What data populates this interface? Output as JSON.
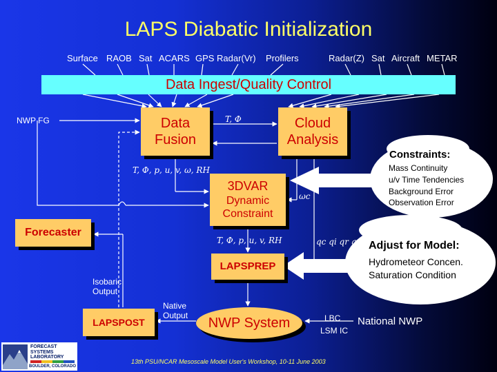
{
  "title": "LAPS Diabatic Initialization",
  "sources_left": [
    "Surface",
    "RAOB",
    "Sat",
    "ACARS",
    "GPS",
    "Radar(Vr)",
    "Profilers"
  ],
  "sources_right": [
    "Radar(Z)",
    "Sat",
    "Aircraft",
    "METAR"
  ],
  "boxes": {
    "ingest": "Data Ingest/Quality Control",
    "fusion_line1": "Data",
    "fusion_line2": "Fusion",
    "cloud_line1": "Cloud",
    "cloud_line2": "Analysis",
    "var_line1": "3DVAR",
    "var_line2": "Dynamic",
    "var_line3": "Constraint",
    "forecaster": "Forecaster",
    "lapsprep": "LAPSPREP",
    "lapspost": "LAPSPOST",
    "nwp_system": "NWP System"
  },
  "labels": {
    "nwp_fg": "NWP FG",
    "t_phi": "T, Φ",
    "fusion_vars": "T, Φ, p, u, v, ω, RH",
    "omega_c": "ωc",
    "prep_vars": "T, Φ, p, u, v, RH",
    "hydrometeors": "qc qi qr qs",
    "isobaric_output": [
      "Isobaric",
      "Output"
    ],
    "native_output": [
      "Native",
      "Output"
    ],
    "lbc": "LBC",
    "lsm_ic": "LSM IC",
    "national_nwp": "National NWP"
  },
  "constraints": {
    "title": "Constraints:",
    "items": [
      "Mass Continuity",
      "u/v Time Tendencies",
      "Background Error",
      "Observation Error"
    ]
  },
  "adjust": {
    "title": "Adjust for Model:",
    "items": [
      "Hydrometeor Concen.",
      "Saturation Condition"
    ]
  },
  "footer": "13th PSU/NCAR Mesoscale Model User's Workshop, 10-11 June 2003",
  "logo": {
    "lines": [
      "FORECAST",
      "SYSTEMS",
      "LABORATORY"
    ],
    "place": "BOULDER, COLORADO"
  },
  "colors": {
    "title": "#ffff66",
    "box_fill": "#ffcc66",
    "box_text": "#cc0000",
    "ingest_fill": "#66ffff"
  }
}
